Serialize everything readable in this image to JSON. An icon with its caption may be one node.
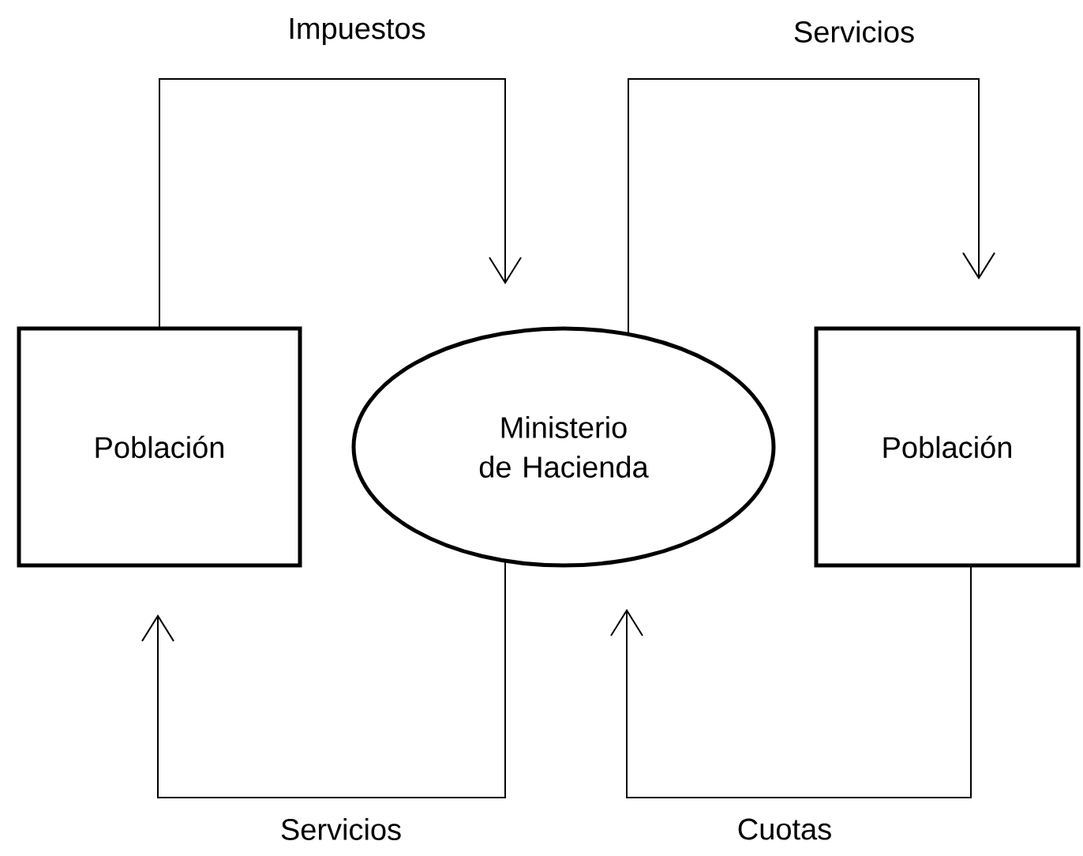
{
  "diagram": {
    "nodes": [
      {
        "text": [
          "Población"
        ]
      },
      {
        "text": [
          "Ministerio de Hacienda"
        ]
      },
      {
        "text": [
          "Población"
        ]
      }
    ],
    "edges": [
      {
        "from": 0,
        "to": 1,
        "arrow": "to",
        "label": "Impuestos"
      },
      {
        "from": 1,
        "to": 2,
        "arrow": "to",
        "label": "Servicios"
      },
      {
        "from": 1,
        "to": 0,
        "arrow": "to",
        "label": "Servicios"
      },
      {
        "from": 2,
        "to": 1,
        "arrow": "to",
        "label": "Cuotas"
      }
    ]
  }
}
